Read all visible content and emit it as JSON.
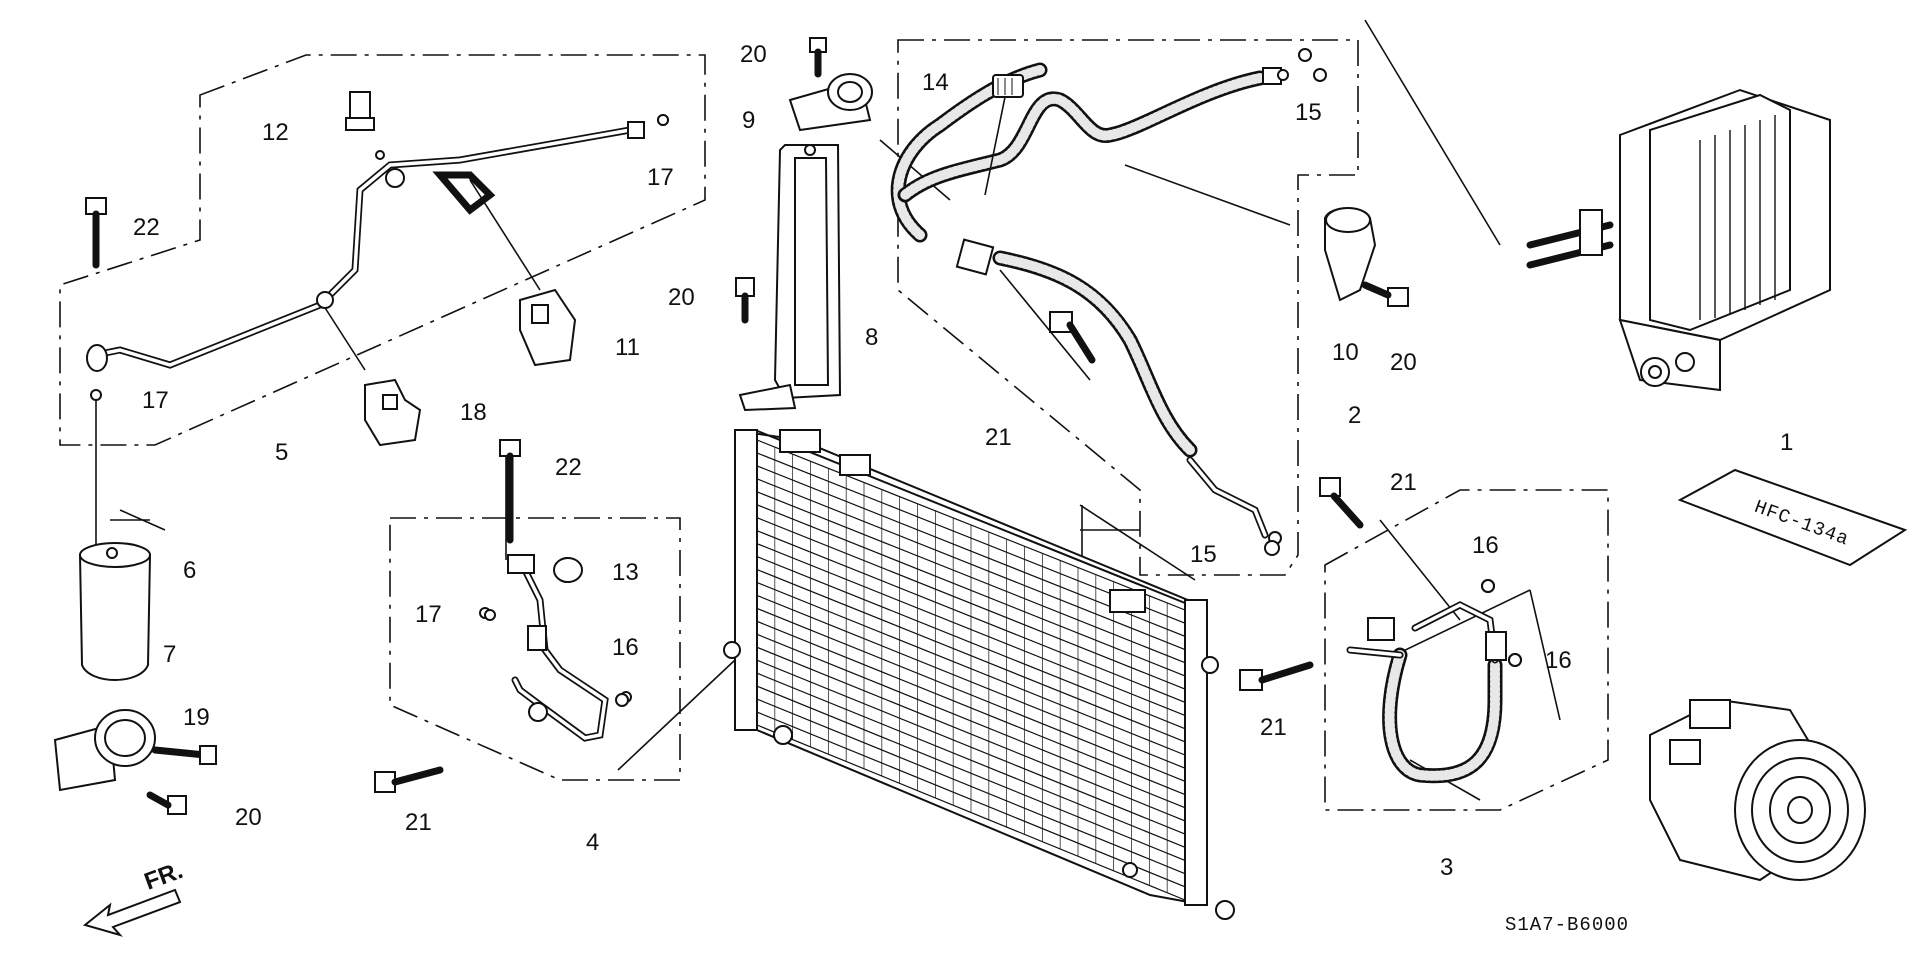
{
  "diagram_code": "S1A7-B6000",
  "direction_label": "FR.",
  "label_text": "HFC-134a",
  "callouts": {
    "c1": "1",
    "c2": "2",
    "c3": "3",
    "c4": "4",
    "c5": "5",
    "c6": "6",
    "c7": "7",
    "c8": "8",
    "c9": "9",
    "c10": "10",
    "c11": "11",
    "c12": "12",
    "c13": "13",
    "c14": "14",
    "c15a": "15",
    "c15b": "15",
    "c16a": "16",
    "c16b": "16",
    "c16c": "16",
    "c17a": "17",
    "c17b": "17",
    "c17c": "17",
    "c18": "18",
    "c19": "19",
    "c20a": "20",
    "c20b": "20",
    "c20c": "20",
    "c20d": "20",
    "c21a": "21",
    "c21b": "21",
    "c21c": "21",
    "c21d": "21",
    "c22a": "22",
    "c22b": "22"
  }
}
